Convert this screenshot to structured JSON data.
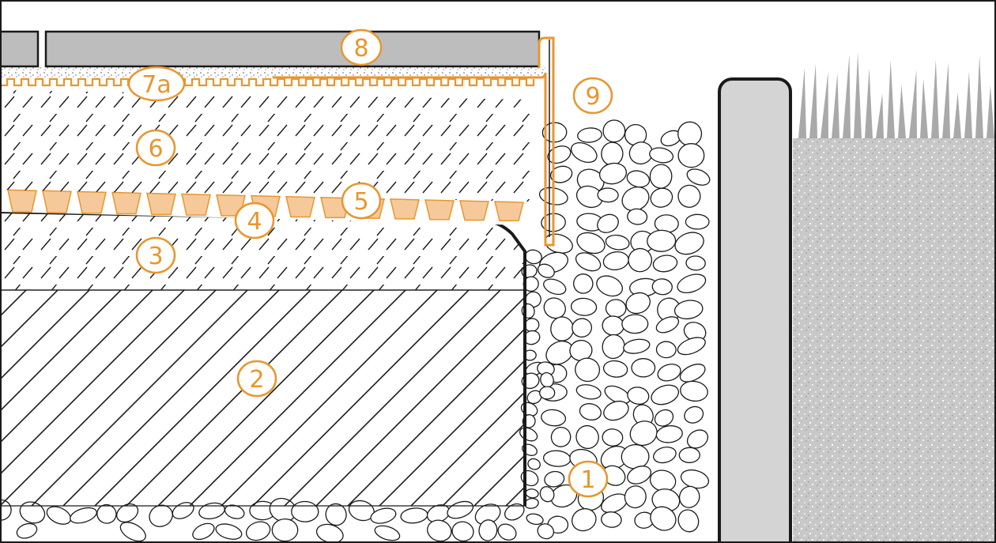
{
  "diagram": {
    "colors": {
      "accent": "#e8962e",
      "accent_fill": "#f6c99a",
      "line": "#1a1a1a",
      "paver": "#bdbdbd",
      "curb": "#d4d4d4",
      "soil": "#c8c8c8",
      "membrane": "#f3e2cf"
    },
    "labels": {
      "l1": "1",
      "l2": "2",
      "l3": "3",
      "l4": "4",
      "l5": "5",
      "l6": "6",
      "l7a": "7a",
      "l8": "8",
      "l9": "9"
    }
  }
}
